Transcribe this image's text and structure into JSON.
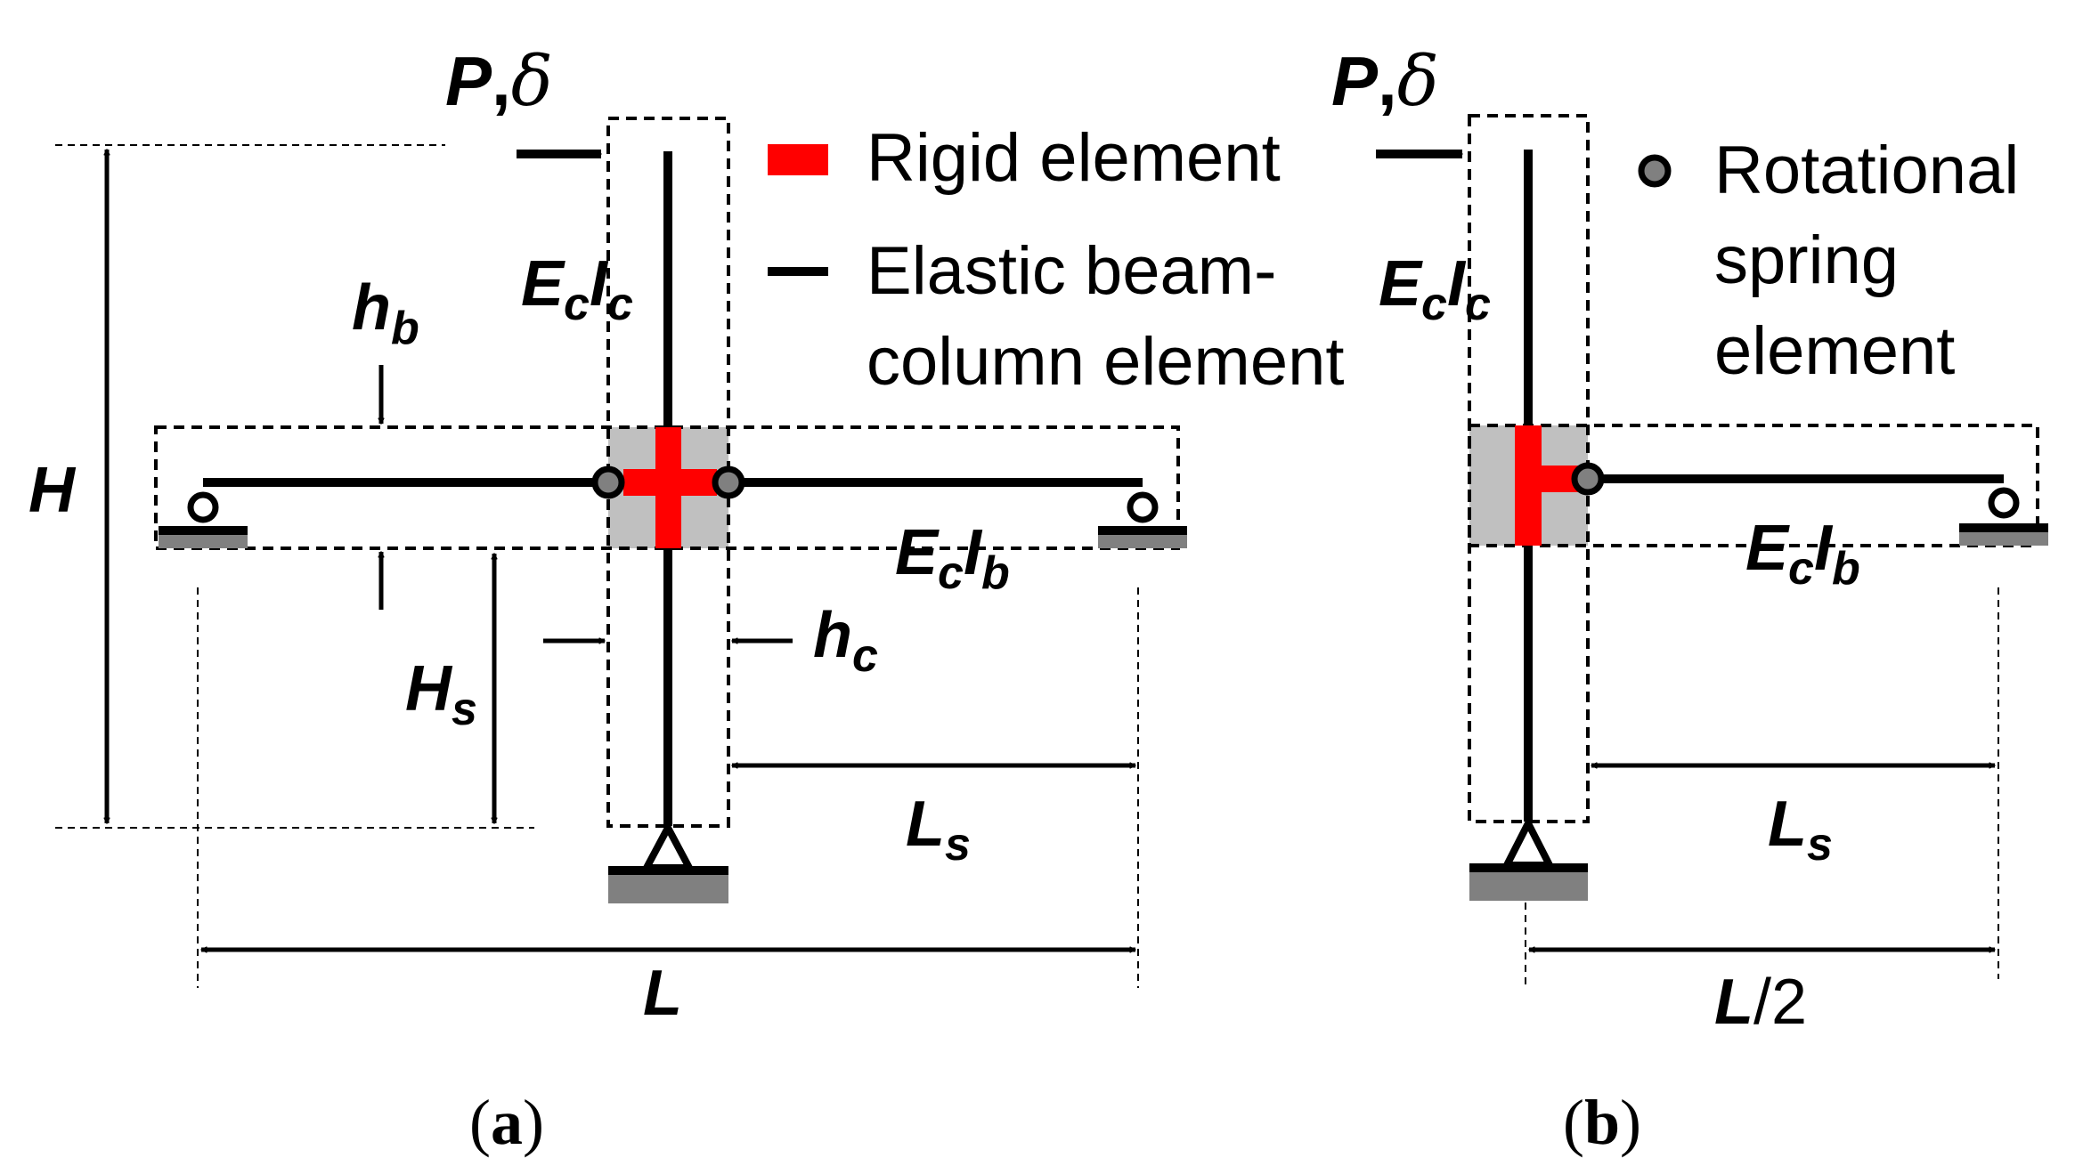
{
  "panel_a": {
    "load_label": "P,δ",
    "column_stiffness": "EcIc",
    "beam_stiffness": "EcIb",
    "dim_H": "H",
    "dim_Hs": "Hs",
    "dim_hb": "hb",
    "dim_hc": "hc",
    "dim_Ls": "Ls",
    "dim_L": "L",
    "caption": "(a)"
  },
  "panel_b": {
    "load_label": "P,δ",
    "column_stiffness": "EcIc",
    "beam_stiffness": "EcIb",
    "dim_Ls": "Ls",
    "dim_half_L": "L/2",
    "caption": "(b)"
  },
  "legend": {
    "rigid": "Rigid element",
    "elastic_line1": "Elastic beam-",
    "elastic_line2": "column element",
    "spring_line1": "Rotational",
    "spring_line2": "spring",
    "spring_line3": "element"
  },
  "colors": {
    "rigid": "#ff0000",
    "joint_fill": "#c0c0c0",
    "support_gray": "#808080",
    "spring_fill": "#808080"
  }
}
